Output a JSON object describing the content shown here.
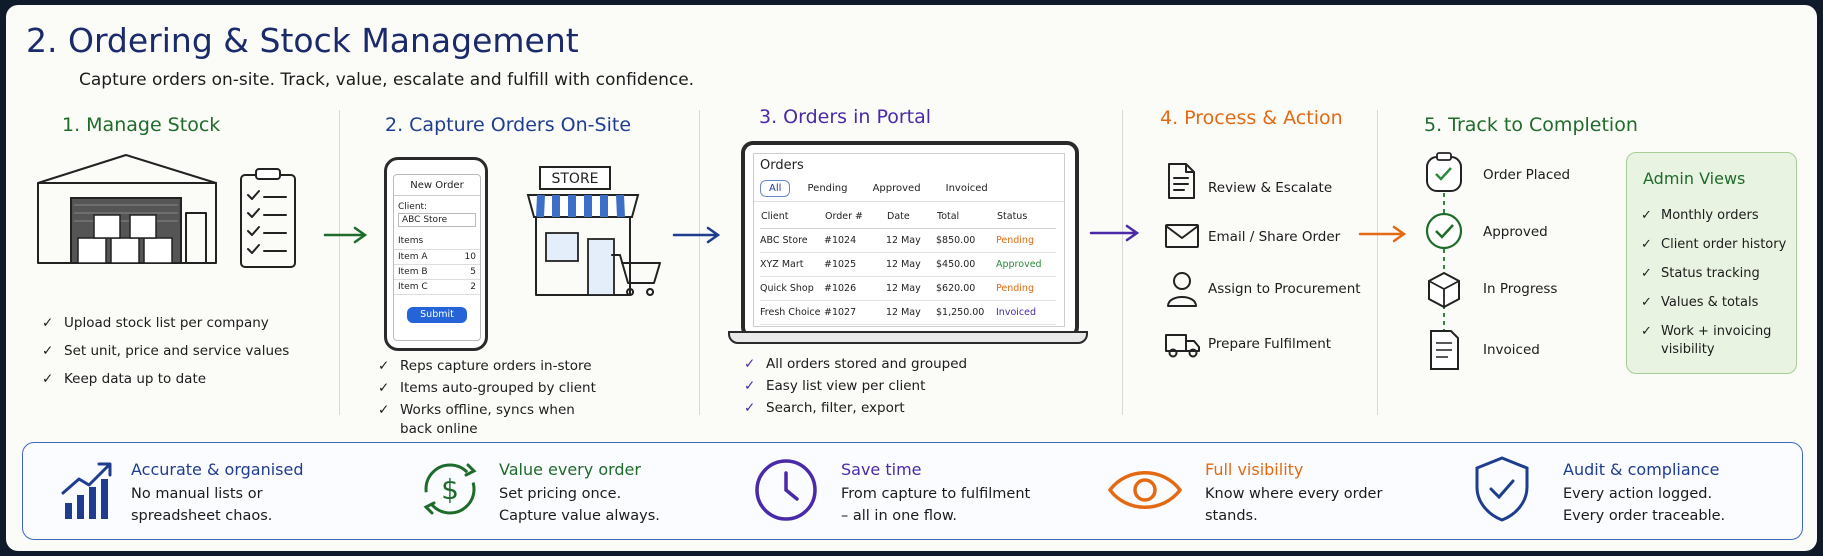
{
  "title": "2. Ordering & Stock Management",
  "subtitle": "Capture orders on-site. Track, value, escalate and fulfill with confidence.",
  "colors": {
    "green": "#1f6b2a",
    "blue": "#1f3d8f",
    "purple": "#4a2aa8",
    "orange": "#e36a12",
    "frame": "#3d68c2"
  },
  "sections": {
    "s1": {
      "title": "1. Manage Stock",
      "bullets": [
        "Upload stock list per company",
        "Set unit, price and service values",
        "Keep data up to date"
      ]
    },
    "s2": {
      "title": "2. Capture Orders On-Site",
      "bullets": [
        "Reps capture orders in-store",
        "Items auto-grouped by client",
        "Works offline, syncs when",
        "back online"
      ],
      "store_sign": "STORE"
    },
    "s3": {
      "title": "3. Orders in Portal",
      "bullets": [
        "All orders stored and grouped",
        "Easy list view per client",
        "Search, filter, export"
      ]
    },
    "s4": {
      "title": "4. Process & Action",
      "items": [
        "Review & Escalate",
        "Email / Share Order",
        "Assign to Procurement",
        "Prepare Fulfilment"
      ]
    },
    "s5": {
      "title": "5. Track to Completion",
      "items": [
        "Order Placed",
        "Approved",
        "In Progress",
        "Invoiced"
      ]
    }
  },
  "phone": {
    "header": "New Order",
    "client_label": "Client:",
    "client_value": "ABC Store",
    "items_label": "Items",
    "items": [
      {
        "name": "Item A",
        "qty": "10"
      },
      {
        "name": "Item B",
        "qty": "5"
      },
      {
        "name": "Item C",
        "qty": "2"
      }
    ],
    "submit": "Submit"
  },
  "portal": {
    "title": "Orders",
    "tabs": [
      "All",
      "Pending",
      "Approved",
      "Invoiced"
    ],
    "columns": [
      "Client",
      "Order #",
      "Date",
      "Total",
      "Status"
    ],
    "rows": [
      {
        "client": "ABC Store",
        "order": "#1024",
        "date": "12 May",
        "total": "$850.00",
        "status": "Pending",
        "color": "#e36a12"
      },
      {
        "client": "XYZ Mart",
        "order": "#1025",
        "date": "12 May",
        "total": "$450.00",
        "status": "Approved",
        "color": "#2b8a3e"
      },
      {
        "client": "Quick Shop",
        "order": "#1026",
        "date": "12 May",
        "total": "$620.00",
        "status": "Pending",
        "color": "#e36a12"
      },
      {
        "client": "Fresh Choice",
        "order": "#1027",
        "date": "12 May",
        "total": "$1,250.00",
        "status": "Invoiced",
        "color": "#4a2aa8"
      }
    ]
  },
  "admin": {
    "title": "Admin Views",
    "items": [
      "Monthly orders",
      "Client order history",
      "Status tracking",
      "Values & totals",
      "Work + invoicing",
      "visibility"
    ]
  },
  "benefits": [
    {
      "title": "Accurate & organised",
      "line1": "No manual lists or",
      "line2": "spreadsheet chaos.",
      "icon": "growth-chart-icon",
      "color": "#1f3d8f"
    },
    {
      "title": "Value every order",
      "line1": "Set pricing once.",
      "line2": "Capture value always.",
      "icon": "dollar-cycle-icon",
      "color": "#1f6b2a"
    },
    {
      "title": "Save time",
      "line1": "From capture to fulfilment",
      "line2": "– all in one flow.",
      "icon": "clock-icon",
      "color": "#4a2aa8"
    },
    {
      "title": "Full visibility",
      "line1": "Know where every order",
      "line2": "stands.",
      "icon": "eye-icon",
      "color": "#e36a12"
    },
    {
      "title": "Audit & compliance",
      "line1": "Every action logged.",
      "line2": "Every order traceable.",
      "icon": "shield-check-icon",
      "color": "#1f3d8f"
    }
  ]
}
